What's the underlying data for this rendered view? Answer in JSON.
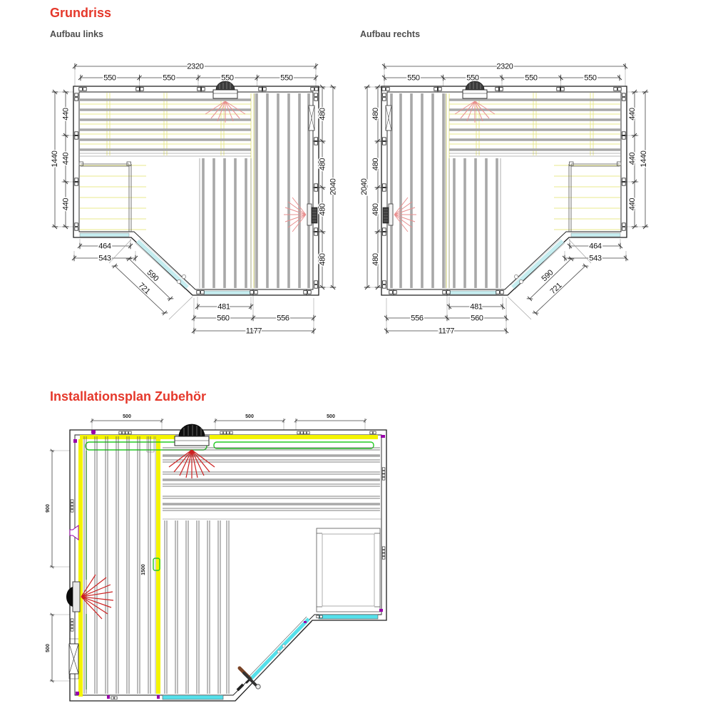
{
  "titles": {
    "main": "Grundriss",
    "left": "Aufbau links",
    "right": "Aufbau rechts",
    "install": "Installationsplan Zubehör"
  },
  "aufbau_links": {
    "top_total": "2320",
    "top": [
      "550",
      "550",
      "550",
      "550"
    ],
    "left_total": "1440",
    "left": [
      "440",
      "440",
      "440"
    ],
    "right_total": "2040",
    "right": [
      "480",
      "480",
      "480",
      "480"
    ],
    "bottom_left": [
      "464",
      "543"
    ],
    "diagonal": [
      "590",
      "721"
    ],
    "bottom": [
      "481",
      "560",
      "556",
      "1177"
    ]
  },
  "aufbau_rechts": {
    "top_total": "2320",
    "top": [
      "550",
      "550",
      "550",
      "550"
    ],
    "left_total": "2040",
    "left": [
      "480",
      "480",
      "480",
      "480"
    ],
    "right_total": "1440",
    "right": [
      "440",
      "440",
      "440"
    ],
    "bottom_right": [
      "464",
      "543"
    ],
    "diagonal": [
      "590",
      "721"
    ],
    "bottom": [
      "556",
      "560",
      "481",
      "1177"
    ]
  },
  "installationsplan": {
    "top": [
      "500",
      "500",
      "500"
    ],
    "left": [
      "900",
      "500"
    ],
    "led_strip": "1500"
  },
  "icons": {
    "fan": "ventilation-fan-icon",
    "heater": "heater-icon",
    "speaker": "speaker-icon",
    "vent": "air-vent-icon",
    "handle": "door-handle-icon",
    "glass": "glass-door"
  },
  "colors": {
    "accent_red": "#e5382b",
    "subtitle_gray": "#4d4d4d",
    "led_yellow": "#f4f400",
    "led_green": "#22cc22",
    "glass_cyan": "#55e0ea",
    "glass_cyan_light": "#c5edf0",
    "heat_red": "#cc2020",
    "plank_gray": "#a8a8a8",
    "purple": "#9900aa"
  }
}
